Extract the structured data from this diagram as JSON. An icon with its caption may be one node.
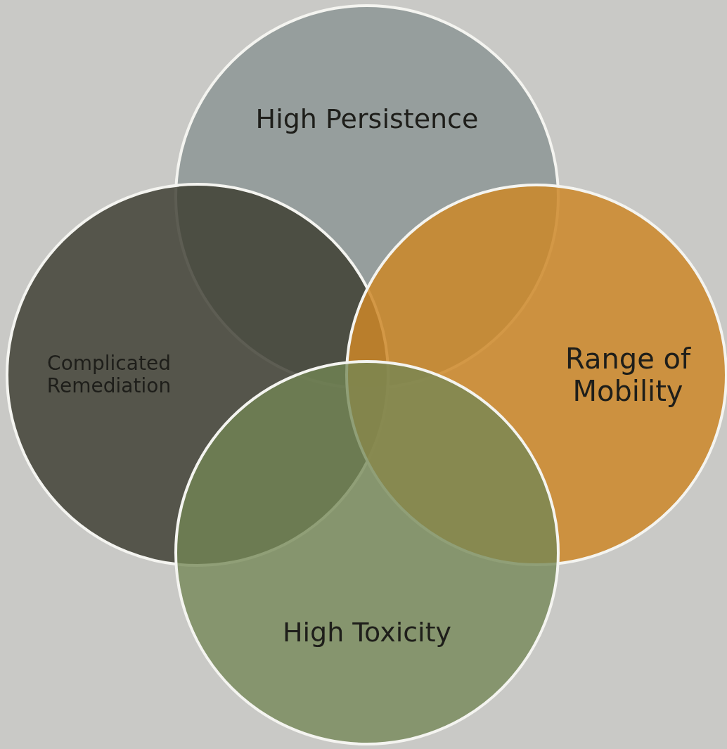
{
  "diagram": {
    "nodes": [
      {
        "text": [
          "High Persistence"
        ]
      },
      {
        "text": [
          "Complicated Remediation"
        ]
      },
      {
        "text": [
          "Range of Mobility"
        ]
      },
      {
        "text": [
          "High Toxicity"
        ]
      }
    ]
  }
}
